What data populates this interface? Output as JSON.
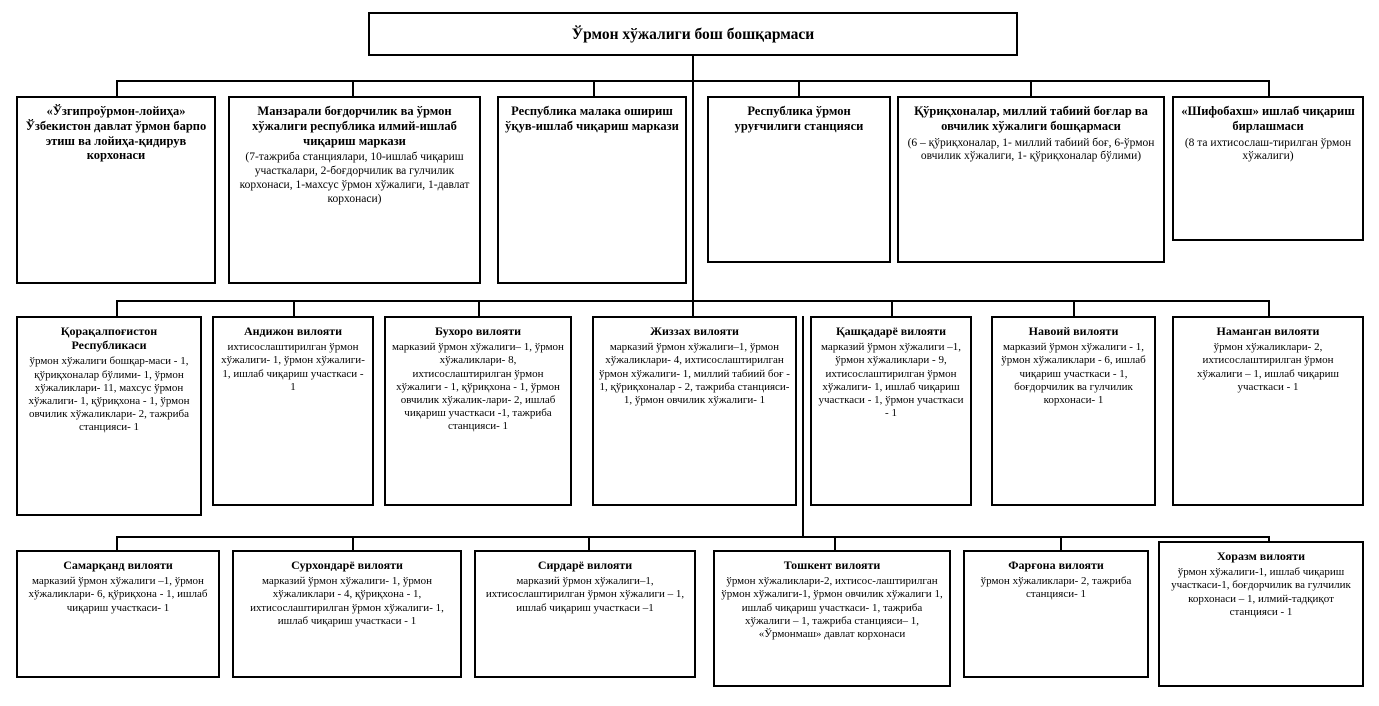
{
  "meta": {
    "document_type": "organizational-chart",
    "language": "uz-Cyrl",
    "line_color": "#000000",
    "box_border_color": "#000000",
    "background_color": "#ffffff"
  },
  "root": {
    "title": "Ўрмон хўжалиги бош бошқармаси"
  },
  "tier2": [
    {
      "title": "«Ўзгипроўрмон-лойиҳа» Ўзбекистон давлат ўрмон барпо этиш ва лойиҳа-қидирув корхонаси",
      "detail": ""
    },
    {
      "title": "Манзарали боғдорчилик ва ўрмон хўжалиги республика илмий-ишлаб чиқариш маркази",
      "detail": "(7-тажриба станциялари, 10-ишлаб чиқариш участкалари, 2-боғдорчилик ва гулчилик корхонаси, 1-махсус ўрмон хўжалиги, 1-давлат корхонаси)"
    },
    {
      "title": "Республика малака ошириш ўқув-ишлаб чиқариш маркази",
      "detail": ""
    },
    {
      "title": "Республика ўрмон уруғчилиги станцияси",
      "detail": ""
    },
    {
      "title": "Қўриқхоналар, миллий табиий боғлар ва овчилик хўжалиги бошқармаси",
      "detail": "(6 – қўриқхоналар, 1- миллий табиий боғ, 6-ўрмон овчилик хўжалиги, 1- қўриқхоналар бўлими)"
    },
    {
      "title": "«Шифобахш» ишлаб чиқариш бирлашмаси",
      "detail": "(8 та ихтисослаш-тирилган ўрмон хўжалиги)"
    }
  ],
  "tier3": [
    {
      "title": "Қорақалпоғистон Республикаси",
      "detail": "ўрмон хўжалиги бошқар-маси - 1, қўриқхоналар бўлими- 1, ўрмон хўжаликлари- 11, махсус ўрмон хўжалиги- 1, қўриқхона - 1, ўрмон овчилик хўжаликлари- 2, тажриба станцияси- 1"
    },
    {
      "title": "Андижон вилояти",
      "detail": "ихтисослаштирилган ўрмон хўжалиги- 1, ўрмон хўжалиги- 1, ишлаб чиқариш участкаси - 1"
    },
    {
      "title": "Бухоро вилояти",
      "detail": "марказий ўрмон хўжалиги– 1, ўрмон хўжаликлари- 8, ихтисослаштирилган ўрмон хўжалиги - 1, қўриқхона - 1, ўрмон овчилик хўжалик-лари- 2, ишлаб чиқариш участкаси -1, тажриба станцияси- 1"
    },
    {
      "title": "Жиззах вилояти",
      "detail": "марказий ўрмон хўжалиги–1, ўрмон хўжаликлари- 4, ихтисослаштирилган ўрмон хўжалиги- 1, миллий табиий боғ - 1, қўриқхоналар - 2, тажриба станцияси- 1, ўрмон овчилик хўжалиги- 1"
    },
    {
      "title": "Қашқадарё вилояти",
      "detail": "марказий ўрмон хўжалиги –1, ўрмон хўжаликлари - 9, ихтисослаштирилган ўрмон хўжалиги- 1, ишлаб чиқариш участкаси - 1, ўрмон участкаси - 1"
    },
    {
      "title": "Навоий вилояти",
      "detail": "марказий ўрмон хўжалиги - 1, ўрмон хўжаликлари - 6, ишлаб чиқариш участкаси - 1, боғдорчилик ва гулчилик корхонаси- 1"
    },
    {
      "title": "Наманган вилояти",
      "detail": "ўрмон хўжаликлари- 2, ихтисослаштирилган ўрмон хўжалиги – 1, ишлаб чиқариш участкаси - 1"
    }
  ],
  "tier4": [
    {
      "title": "Самарқанд вилояти",
      "detail": "марказий ўрмон хўжалиги –1, ўрмон хўжаликлари- 6, қўриқхона - 1, ишлаб чиқариш участкаси- 1"
    },
    {
      "title": "Сурхондарё вилояти",
      "detail": "марказий ўрмон хўжалиги- 1, ўрмон хўжаликлари - 4, қўриқхона - 1, ихтисослаштирилган ўрмон хўжалиги- 1, ишлаб чиқариш участкаси - 1"
    },
    {
      "title": "Сирдарё вилояти",
      "detail": "марказий ўрмон хўжалиги–1, ихтисослаштирилган ўрмон хўжалиги – 1, ишлаб чиқариш участкаси –1"
    },
    {
      "title": "Тошкент вилояти",
      "detail": "ўрмон хўжаликлари-2, ихтисос-лаштирилган ўрмон хўжалиги-1, ўрмон овчилик хўжалиги 1, ишлаб чиқариш участкаси- 1, тажриба хўжалиги – 1, тажриба станцияси– 1, «Ўрмонмаш» давлат корхонаси"
    },
    {
      "title": "Фарғона вилояти",
      "detail": "ўрмон хўжаликлари- 2, тажриба станцияси- 1"
    },
    {
      "title": "Хоразм вилояти",
      "detail": "ўрмон хўжалиги-1, ишлаб чиқариш участкаси-1, боғдорчилик ва гулчилик корхонаси – 1, илмий-тадқиқот станцияси - 1"
    }
  ]
}
